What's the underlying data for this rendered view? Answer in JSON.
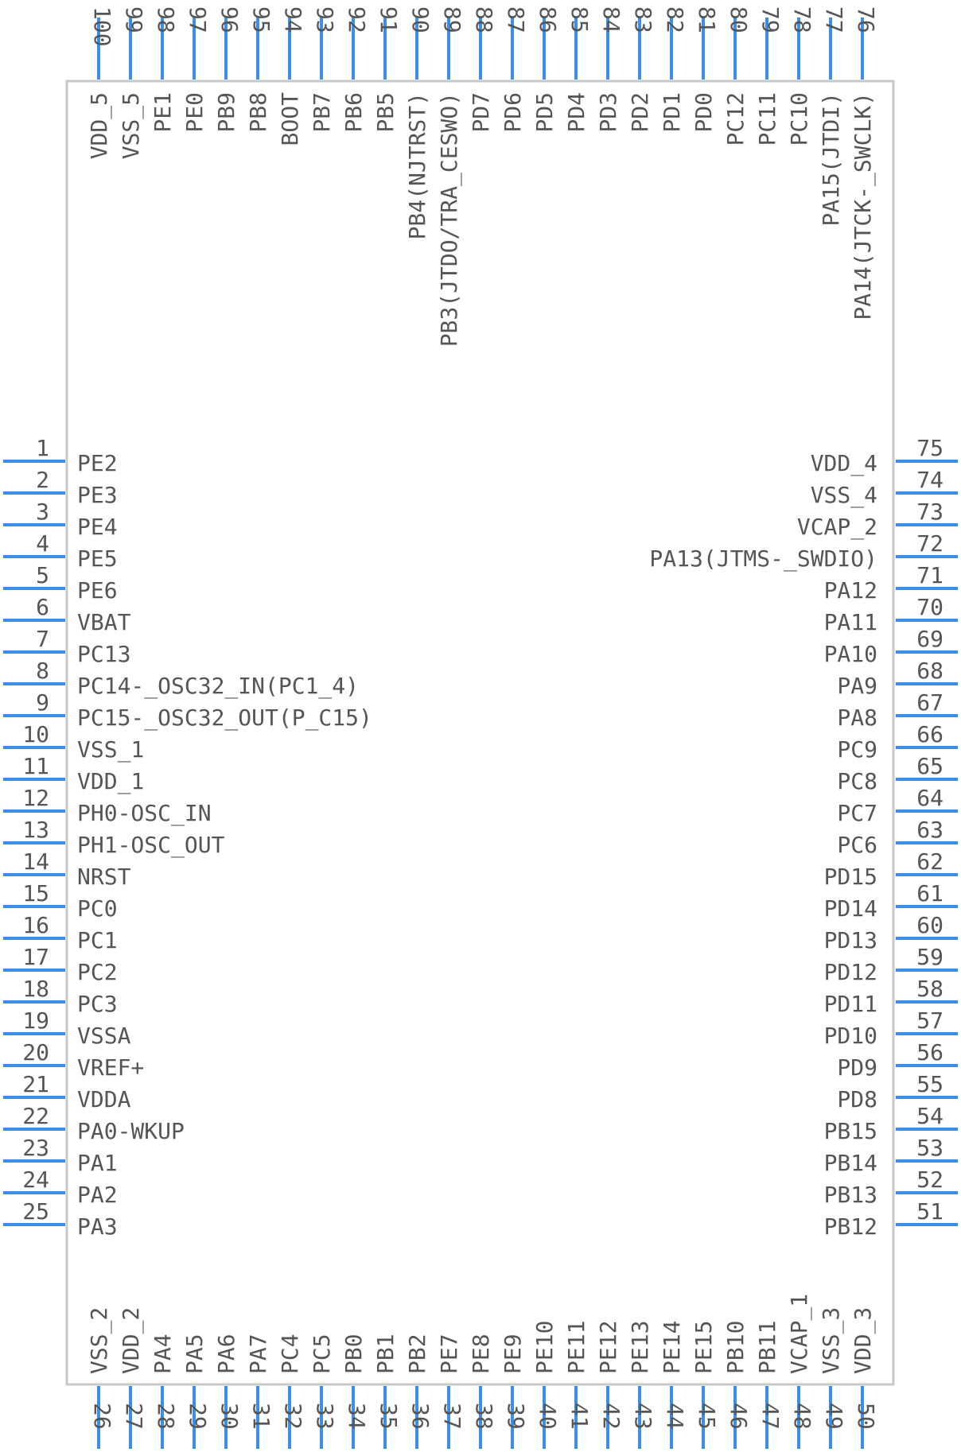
{
  "colors": {
    "pin": "#3d8fe6",
    "body_border": "#c8c8c8",
    "text": "#555555"
  },
  "pins": {
    "left": [
      {
        "num": "1",
        "label": "PE2"
      },
      {
        "num": "2",
        "label": "PE3"
      },
      {
        "num": "3",
        "label": "PE4"
      },
      {
        "num": "4",
        "label": "PE5"
      },
      {
        "num": "5",
        "label": "PE6"
      },
      {
        "num": "6",
        "label": "VBAT"
      },
      {
        "num": "7",
        "label": "PC13"
      },
      {
        "num": "8",
        "label": "PC14-_OSC32_IN(PC1_4)"
      },
      {
        "num": "9",
        "label": "PC15-_OSC32_OUT(P_C15)"
      },
      {
        "num": "10",
        "label": "VSS_1"
      },
      {
        "num": "11",
        "label": "VDD_1"
      },
      {
        "num": "12",
        "label": "PH0-OSC_IN"
      },
      {
        "num": "13",
        "label": "PH1-OSC_OUT"
      },
      {
        "num": "14",
        "label": "NRST"
      },
      {
        "num": "15",
        "label": "PC0"
      },
      {
        "num": "16",
        "label": "PC1"
      },
      {
        "num": "17",
        "label": "PC2"
      },
      {
        "num": "18",
        "label": "PC3"
      },
      {
        "num": "19",
        "label": "VSSA"
      },
      {
        "num": "20",
        "label": "VREF+"
      },
      {
        "num": "21",
        "label": "VDDA"
      },
      {
        "num": "22",
        "label": "PA0-WKUP"
      },
      {
        "num": "23",
        "label": "PA1"
      },
      {
        "num": "24",
        "label": "PA2"
      },
      {
        "num": "25",
        "label": "PA3"
      }
    ],
    "right": [
      {
        "num": "75",
        "label": "VDD_4"
      },
      {
        "num": "74",
        "label": "VSS_4"
      },
      {
        "num": "73",
        "label": "VCAP_2"
      },
      {
        "num": "72",
        "label": "PA13(JTMS-_SWDIO)"
      },
      {
        "num": "71",
        "label": "PA12"
      },
      {
        "num": "70",
        "label": "PA11"
      },
      {
        "num": "69",
        "label": "PA10"
      },
      {
        "num": "68",
        "label": "PA9"
      },
      {
        "num": "67",
        "label": "PA8"
      },
      {
        "num": "66",
        "label": "PC9"
      },
      {
        "num": "65",
        "label": "PC8"
      },
      {
        "num": "64",
        "label": "PC7"
      },
      {
        "num": "63",
        "label": "PC6"
      },
      {
        "num": "62",
        "label": "PD15"
      },
      {
        "num": "61",
        "label": "PD14"
      },
      {
        "num": "60",
        "label": "PD13"
      },
      {
        "num": "59",
        "label": "PD12"
      },
      {
        "num": "58",
        "label": "PD11"
      },
      {
        "num": "57",
        "label": "PD10"
      },
      {
        "num": "56",
        "label": "PD9"
      },
      {
        "num": "55",
        "label": "PD8"
      },
      {
        "num": "54",
        "label": "PB15"
      },
      {
        "num": "53",
        "label": "PB14"
      },
      {
        "num": "52",
        "label": "PB13"
      },
      {
        "num": "51",
        "label": "PB12"
      }
    ],
    "top": [
      {
        "num": "100",
        "label": "VDD_5"
      },
      {
        "num": "99",
        "label": "VSS_5"
      },
      {
        "num": "98",
        "label": "PE1"
      },
      {
        "num": "97",
        "label": "PE0"
      },
      {
        "num": "96",
        "label": "PB9"
      },
      {
        "num": "95",
        "label": "PB8"
      },
      {
        "num": "94",
        "label": "BOOT"
      },
      {
        "num": "93",
        "label": "PB7"
      },
      {
        "num": "92",
        "label": "PB6"
      },
      {
        "num": "91",
        "label": "PB5"
      },
      {
        "num": "90",
        "label": "PB4(NJTRST)"
      },
      {
        "num": "89",
        "label": "PB3(JTDO/TRA_CESWO)"
      },
      {
        "num": "88",
        "label": "PD7"
      },
      {
        "num": "87",
        "label": "PD6"
      },
      {
        "num": "86",
        "label": "PD5"
      },
      {
        "num": "85",
        "label": "PD4"
      },
      {
        "num": "84",
        "label": "PD3"
      },
      {
        "num": "83",
        "label": "PD2"
      },
      {
        "num": "82",
        "label": "PD1"
      },
      {
        "num": "81",
        "label": "PD0"
      },
      {
        "num": "80",
        "label": "PC12"
      },
      {
        "num": "79",
        "label": "PC11"
      },
      {
        "num": "78",
        "label": "PC10"
      },
      {
        "num": "77",
        "label": "PA15(JTDI)"
      },
      {
        "num": "76",
        "label": "PA14(JTCK-_SWCLK)"
      }
    ],
    "bottom": [
      {
        "num": "26",
        "label": "VSS_2"
      },
      {
        "num": "27",
        "label": "VDD_2"
      },
      {
        "num": "28",
        "label": "PA4"
      },
      {
        "num": "29",
        "label": "PA5"
      },
      {
        "num": "30",
        "label": "PA6"
      },
      {
        "num": "31",
        "label": "PA7"
      },
      {
        "num": "32",
        "label": "PC4"
      },
      {
        "num": "33",
        "label": "PC5"
      },
      {
        "num": "34",
        "label": "PB0"
      },
      {
        "num": "35",
        "label": "PB1"
      },
      {
        "num": "36",
        "label": "PB2"
      },
      {
        "num": "37",
        "label": "PE7"
      },
      {
        "num": "38",
        "label": "PE8"
      },
      {
        "num": "39",
        "label": "PE9"
      },
      {
        "num": "40",
        "label": "PE10"
      },
      {
        "num": "41",
        "label": "PE11"
      },
      {
        "num": "42",
        "label": "PE12"
      },
      {
        "num": "43",
        "label": "PE13"
      },
      {
        "num": "44",
        "label": "PE14"
      },
      {
        "num": "45",
        "label": "PE15"
      },
      {
        "num": "46",
        "label": "PB10"
      },
      {
        "num": "47",
        "label": "PB11"
      },
      {
        "num": "48",
        "label": "VCAP_1"
      },
      {
        "num": "49",
        "label": "VSS_3"
      },
      {
        "num": "50",
        "label": "VDD_3"
      }
    ]
  }
}
